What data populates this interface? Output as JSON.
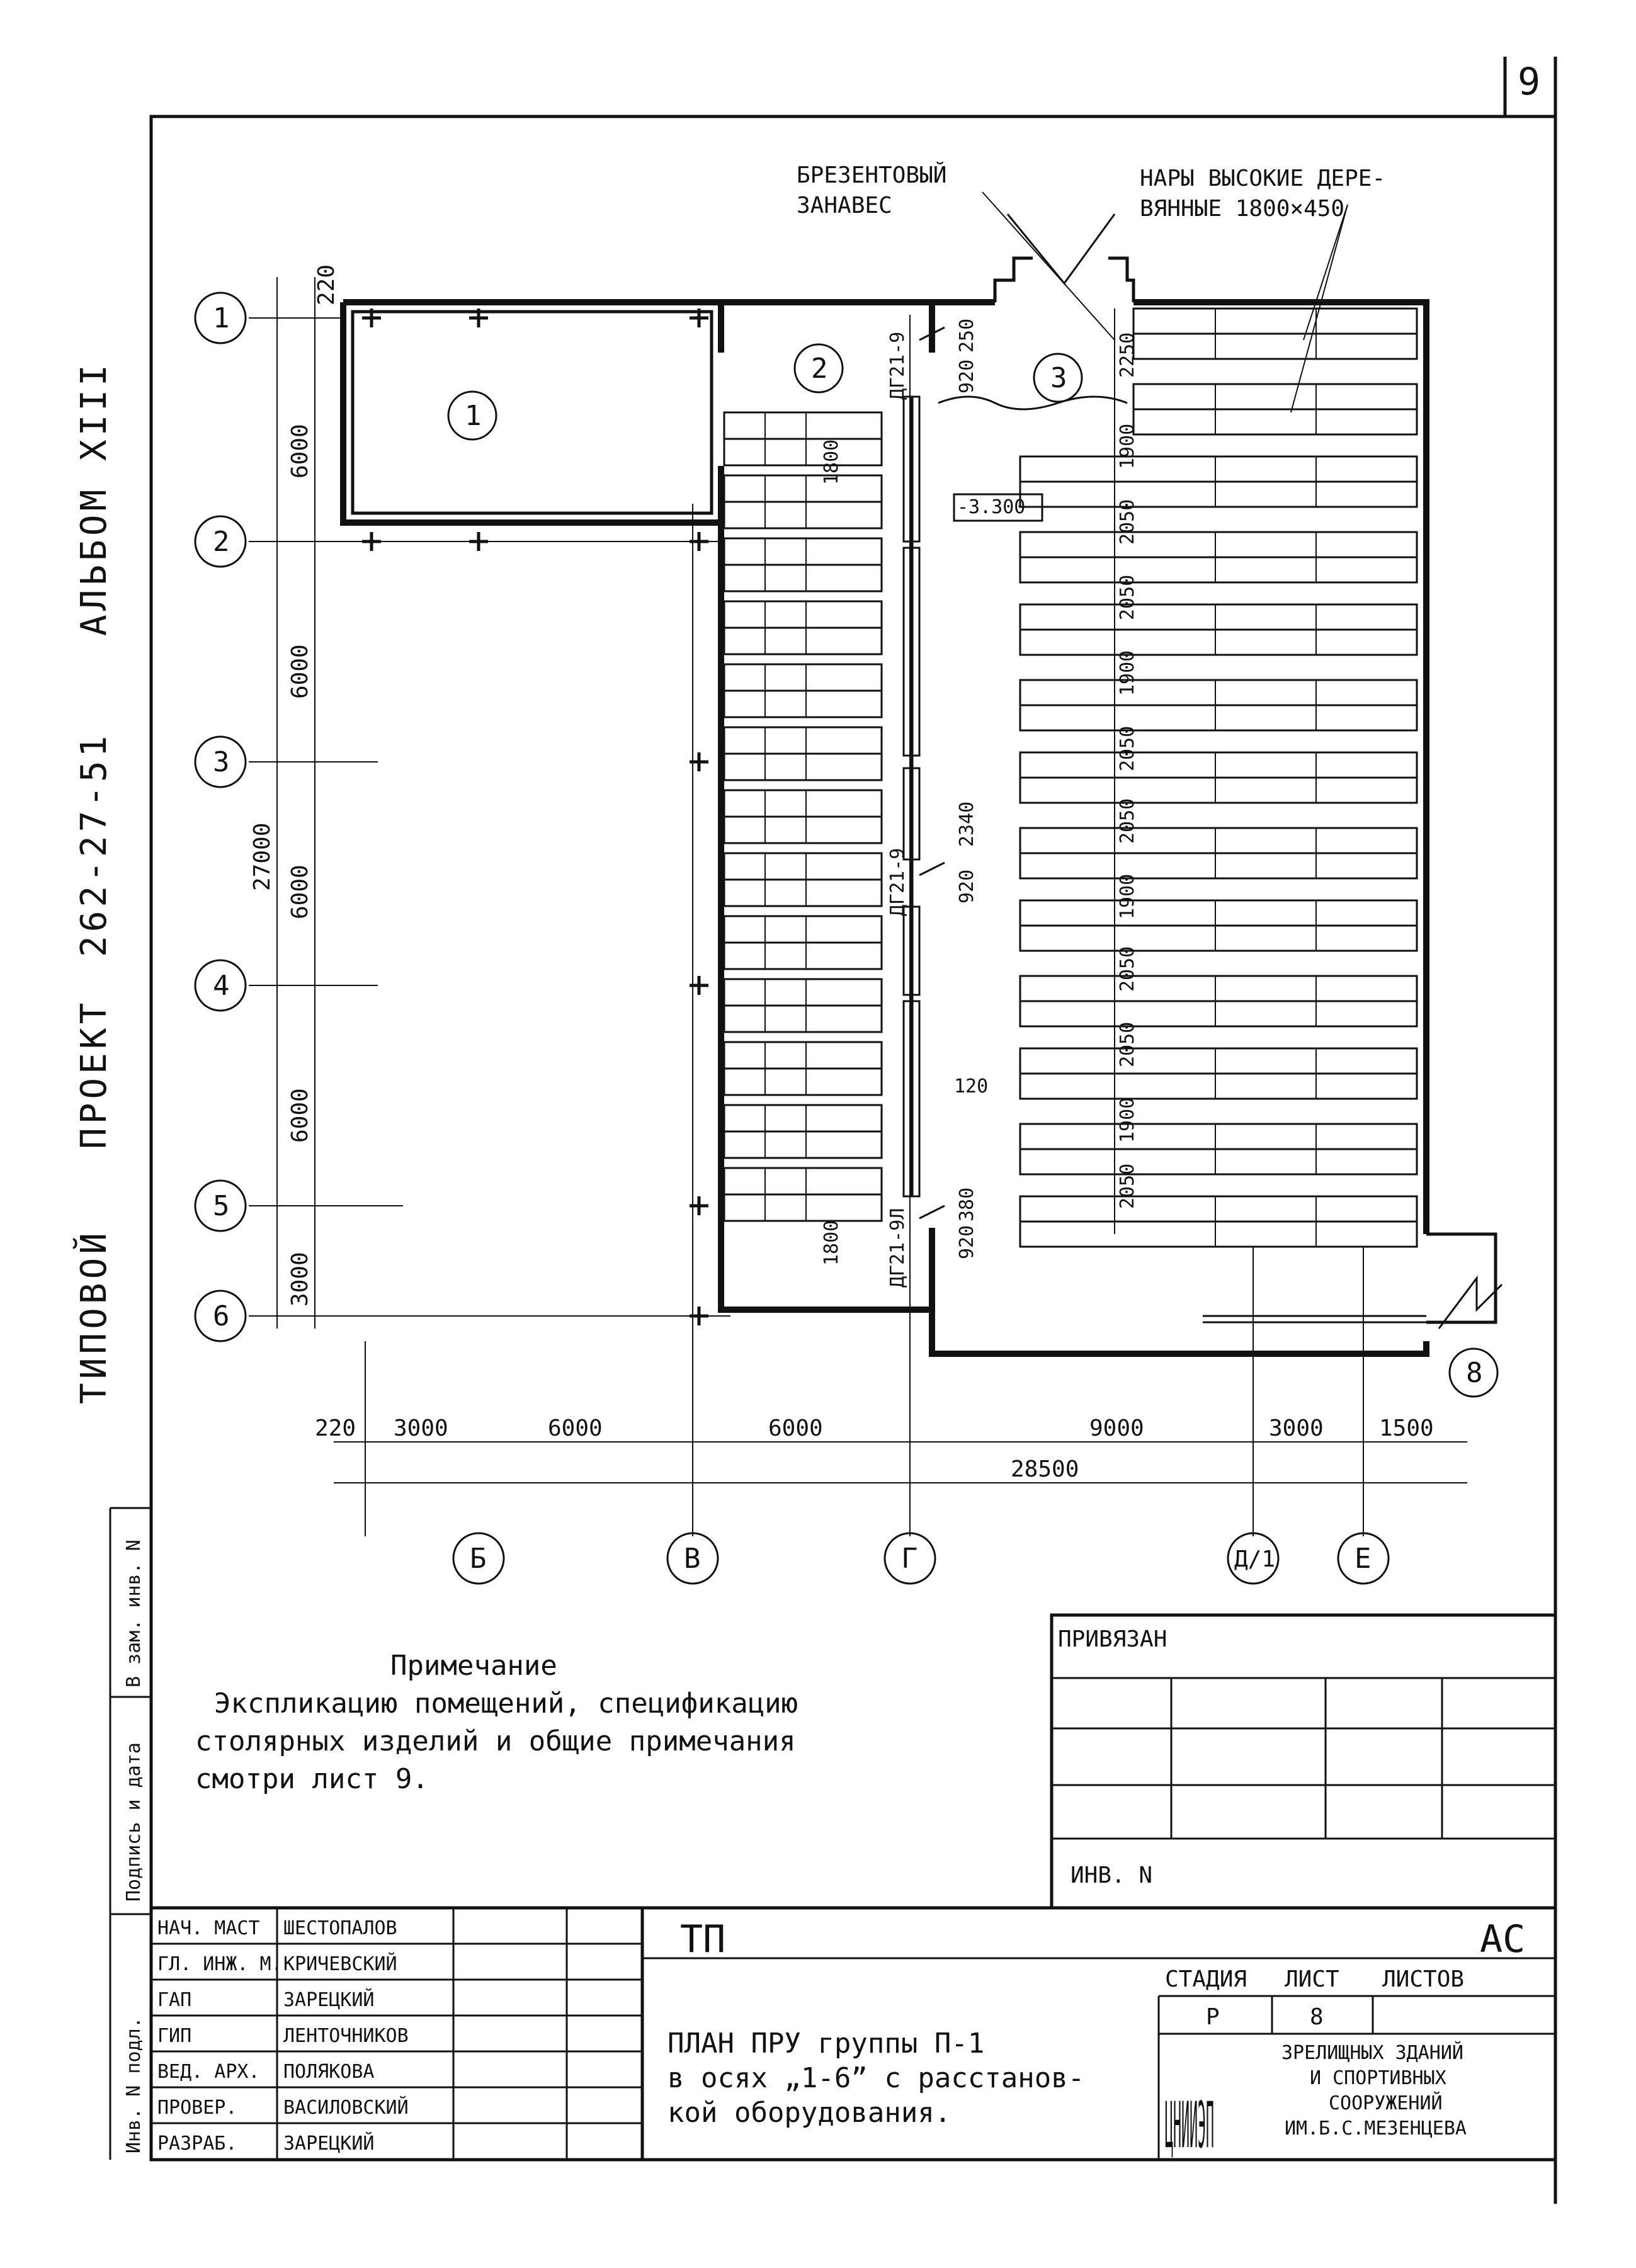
{
  "sheet_number": "9",
  "side_title": {
    "typical": "ТИПОВОЙ",
    "project": "ПРОЕКТ",
    "code": "262-27-51",
    "album": "АЛЬБОМ XIII"
  },
  "side_stamp": {
    "inv_podl": "Инв. N подл.",
    "podpis": "Подпись и дата",
    "vzam": "В зам. инв. N"
  },
  "callouts": {
    "curtain": [
      "БРЕЗЕНТОВЫЙ",
      "ЗАНАВЕС"
    ],
    "bunks": [
      "НАРЫ ВЫСОКИЕ ДЕРЕ-",
      "ВЯННЫЕ 1800×450"
    ]
  },
  "axes_rows": [
    "1",
    "2",
    "3",
    "4",
    "5",
    "6"
  ],
  "axes_cols": [
    "Б",
    "В",
    "Г",
    "Д/1",
    "Е"
  ],
  "rooms": [
    "1",
    "2",
    "3",
    "8"
  ],
  "dims_left": [
    "220",
    "6000",
    "6000",
    "6000",
    "6000",
    "3000",
    "27000"
  ],
  "dims_bottom": [
    "220",
    "3000",
    "6000",
    "6000",
    "9000",
    "3000",
    "1500",
    "28500"
  ],
  "dims_right_col": [
    "2250",
    "1900",
    "2050",
    "2050",
    "1900",
    "2050",
    "2050",
    "1900",
    "2050",
    "2050",
    "1900",
    "2050"
  ],
  "dims_mid": {
    "d1800a": "1800",
    "d1800b": "1800",
    "d920a": "920",
    "d920b": "920",
    "d920c": "920",
    "d250": "250",
    "d2340": "2340",
    "d120": "120",
    "d380": "380",
    "level": "-3.300",
    "door": "ДГ21-9",
    "door2": "ДГ21-9",
    "door3": "ДГ21-9Л"
  },
  "note": {
    "title": "Примечание",
    "lines": [
      "Экспликацию помещений, спецификацию",
      "столярных изделий и общие примечания",
      "смотри лист 9."
    ]
  },
  "binding": {
    "privyazan": "ПРИВЯЗАН",
    "inv": "ИНВ. N"
  },
  "title_block": {
    "roles": [
      {
        "role": "НАЧ. МАСТ",
        "name": "ШЕСТОПАЛОВ"
      },
      {
        "role": "ГЛ. ИНЖ. М.",
        "name": "КРИЧЕВСКИЙ"
      },
      {
        "role": "ГАП",
        "name": "ЗАРЕЦКИЙ"
      },
      {
        "role": "ГИП",
        "name": "ЛЕНТОЧНИКОВ"
      },
      {
        "role": "ВЕД. АРХ.",
        "name": "ПОЛЯКОВА"
      },
      {
        "role": "ПРОВЕР.",
        "name": "ВАСИЛОВСКИЙ"
      },
      {
        "role": "РАЗРАБ.",
        "name": "ЗАРЕЦКИЙ"
      }
    ],
    "tp": "ТП",
    "ac": "АС",
    "drawing_title": [
      "ПЛАН ПРУ группы П-1",
      "в осях „1-6” с расстанов-",
      "кой оборудования."
    ],
    "stage_label": "СТАДИЯ",
    "sheet_label": "ЛИСТ",
    "sheets_label": "ЛИСТОВ",
    "stage": "Р",
    "sheet": "8",
    "org_logo": "ЦНИИЭП",
    "org": [
      "ЗРЕЛИЩНЫХ ЗДАНИЙ",
      "И СПОРТИВНЫХ",
      "СООРУЖЕНИЙ",
      "ИМ.Б.С.МЕЗЕНЦЕВА"
    ]
  }
}
